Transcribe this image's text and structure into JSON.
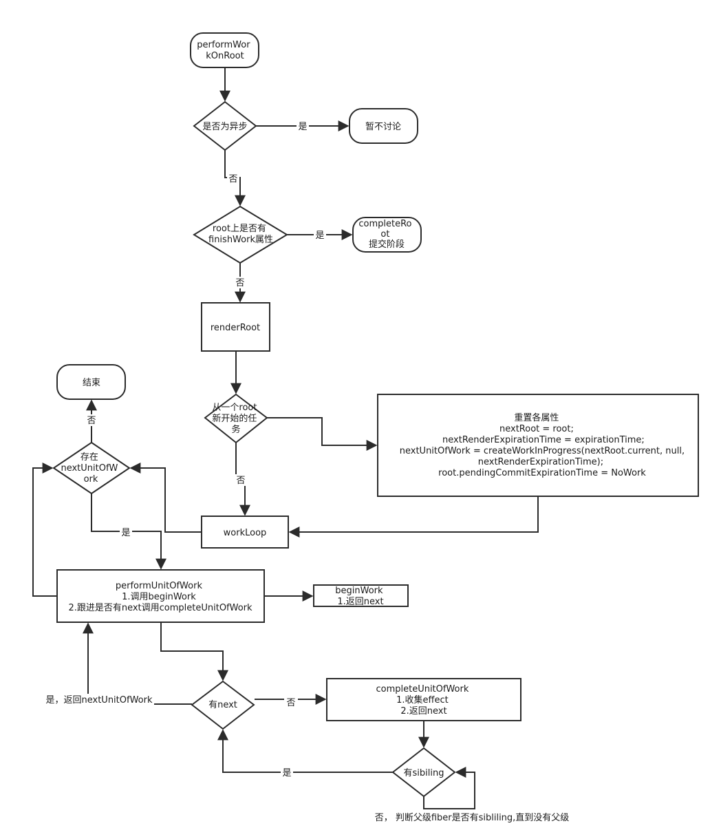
{
  "nodes": {
    "perform_work_on_root": [
      "performWor",
      "kOnRoot"
    ],
    "is_async": [
      "是否为异步"
    ],
    "not_discussed": [
      "暂不讨论"
    ],
    "root_finish_work": [
      "root上是否有",
      "finishWork属性"
    ],
    "complete_root": [
      "completeRo",
      "ot",
      "提交阶段"
    ],
    "render_root": [
      "renderRoot"
    ],
    "new_task_from_root": [
      "从一个root",
      "新开始的任",
      "务"
    ],
    "reset_props": [
      "重置各属性",
      "nextRoot = root;",
      "nextRenderExpirationTime = expirationTime;",
      "nextUnitOfWork = createWorkInProgress(nextRoot.current, null,",
      "nextRenderExpirationTime);",
      "root.pendingCommitExpirationTime = NoWork"
    ],
    "end": [
      "结束"
    ],
    "has_next_unit_of_work": [
      "存在",
      "nextUnitOfW",
      "ork"
    ],
    "work_loop": [
      "workLoop"
    ],
    "perform_unit_of_work": [
      "performUnitOfWork",
      "1.调用beginWork",
      "2.跟进是否有next调用completeUnitOfWork"
    ],
    "begin_work": [
      "beginWork",
      "1.返回next"
    ],
    "has_next": [
      "有next"
    ],
    "complete_unit_of_work": [
      "completeUnitOfWork",
      "1.收集effect",
      "2.返回next"
    ],
    "has_sibling": [
      "有sibiling"
    ]
  },
  "edge_labels": {
    "async_yes": "是",
    "async_no": "否",
    "finish_yes": "是",
    "finish_no": "否",
    "new_task_no": "否",
    "unit_no": "否",
    "unit_yes": "是",
    "has_next_no": "否",
    "return_next_unit": "是，返回nextUnitOfWork",
    "sibling_yes": "是",
    "sibling_no": "否， 判断父级fiber是否有sibliling,直到没有父级"
  }
}
